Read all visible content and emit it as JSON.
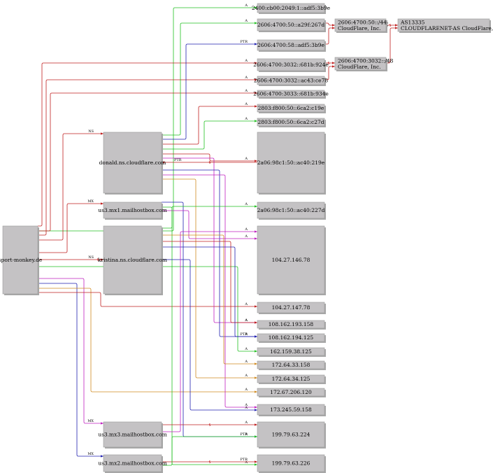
{
  "colors": {
    "node_fill": "#c4c2c4",
    "node_stroke": "#9a9a9a",
    "shadow": "#a8a8a8",
    "green": "#22c022",
    "red": "#c02020",
    "blue": "#2020b0",
    "magenta": "#c020c0",
    "orange": "#d08a20"
  },
  "nodes": [
    {
      "id": "root",
      "lines": [
        "sport-monkey.de"
      ]
    },
    {
      "id": "ns1",
      "lines": [
        "donald.ns.cloudflare.com"
      ]
    },
    {
      "id": "mx1",
      "lines": [
        "us3.mx1.mailhostbox.com"
      ]
    },
    {
      "id": "ns2",
      "lines": [
        "kristina.ns.cloudflare.com"
      ]
    },
    {
      "id": "mx3",
      "lines": [
        "us3.mx3.mailhostbox.com"
      ]
    },
    {
      "id": "mx2",
      "lines": [
        "us3.mx2.mailhostbox.com"
      ]
    },
    {
      "id": "v6a",
      "lines": [
        "2400:cb00:2049:1::adf5:3b9e"
      ]
    },
    {
      "id": "v6b",
      "lines": [
        "2606:4700:50::a29f:267d"
      ]
    },
    {
      "id": "v6c",
      "lines": [
        "2606:4700:58::adf5:3b9e"
      ]
    },
    {
      "id": "v6d",
      "lines": [
        "2606:4700:3032::681b:924e"
      ]
    },
    {
      "id": "v6e",
      "lines": [
        "2606:4700:3032::ac43:ce78"
      ]
    },
    {
      "id": "v6f",
      "lines": [
        "2606:4700:3033::681b:934e"
      ]
    },
    {
      "id": "v6g",
      "lines": [
        "2803:f800:50::6ca2:c19e"
      ]
    },
    {
      "id": "v6h",
      "lines": [
        "2803:f800:50::6ca2:c27d"
      ]
    },
    {
      "id": "v6i",
      "lines": [
        "2a06:98c1:50::ac40:219e"
      ]
    },
    {
      "id": "v6j",
      "lines": [
        "2a06:98c1:50::ac40:227d"
      ]
    },
    {
      "id": "p1",
      "lines": [
        "2606:4700:50::/44",
        "CloudFlare, Inc."
      ]
    },
    {
      "id": "p2",
      "lines": [
        "2606:4700:3032::/48",
        "CloudFlare, Inc."
      ]
    },
    {
      "id": "as",
      "lines": [
        "AS13335",
        "CLOUDFLARENET-AS CloudFlare, Inc."
      ]
    },
    {
      "id": "v4a",
      "lines": [
        "104.27.146.78"
      ]
    },
    {
      "id": "v4b",
      "lines": [
        "104.27.147.78"
      ]
    },
    {
      "id": "v4c",
      "lines": [
        "108.162.193.158"
      ]
    },
    {
      "id": "v4d",
      "lines": [
        "108.162.194.125"
      ]
    },
    {
      "id": "v4e",
      "lines": [
        "162.159.38.125"
      ]
    },
    {
      "id": "v4f",
      "lines": [
        "172.64.33.158"
      ]
    },
    {
      "id": "v4g",
      "lines": [
        "172.64.34.125"
      ]
    },
    {
      "id": "v4h",
      "lines": [
        "172.67.206.120"
      ]
    },
    {
      "id": "v4i",
      "lines": [
        "173.245.59.158"
      ]
    },
    {
      "id": "v4j",
      "lines": [
        "199.79.63.224"
      ]
    },
    {
      "id": "v4k",
      "lines": [
        "199.79.63.226"
      ]
    }
  ],
  "edges": [
    {
      "from": "root",
      "to": "v6a",
      "label": "A",
      "color": "green"
    },
    {
      "from": "root",
      "to": "v6d",
      "label": "A",
      "color": "red"
    },
    {
      "from": "root",
      "to": "v6f",
      "label": "A",
      "color": "red"
    },
    {
      "from": "root",
      "to": "v6e",
      "label": "A",
      "color": "red"
    },
    {
      "from": "root",
      "to": "ns1",
      "label": "NS",
      "color": "red"
    },
    {
      "from": "root",
      "to": "mx1",
      "label": "MX",
      "color": "red"
    },
    {
      "from": "root",
      "to": "ns2",
      "label": "NS",
      "color": "red"
    },
    {
      "from": "root",
      "to": "v4e",
      "label": "A",
      "color": "green"
    },
    {
      "from": "root",
      "to": "mx3",
      "label": "MX",
      "color": "magenta"
    },
    {
      "from": "root",
      "to": "mx2",
      "label": "MX",
      "color": "blue"
    },
    {
      "from": "root",
      "to": "v4h",
      "label": "A",
      "color": "orange"
    },
    {
      "from": "root",
      "to": "v4b",
      "label": "A",
      "color": "red"
    },
    {
      "from": "ns1",
      "to": "v6b",
      "label": "A",
      "color": "green"
    },
    {
      "from": "ns1",
      "to": "v6c",
      "label": "PTR",
      "color": "blue"
    },
    {
      "from": "ns1",
      "to": "v6g",
      "label": "A",
      "color": "red"
    },
    {
      "from": "ns1",
      "to": "v6h",
      "label": "A",
      "color": "green"
    },
    {
      "from": "ns1",
      "to": "v6i",
      "label": "A",
      "color": "red"
    },
    {
      "from": "ns1",
      "to": "v4c",
      "label": "A",
      "color": "magenta"
    },
    {
      "from": "ns1",
      "to": "v4d",
      "label": "PTR",
      "color": "blue"
    },
    {
      "from": "ns1",
      "to": "v4i",
      "label": "A",
      "color": "magenta"
    },
    {
      "from": "ns1",
      "to": "v4g",
      "label": "A",
      "color": "orange"
    },
    {
      "from": "mx1",
      "to": "v4j",
      "label": "PTR",
      "color": "blue"
    },
    {
      "from": "mx1",
      "to": "v4k",
      "label": "A",
      "color": "green"
    },
    {
      "from": "mx1",
      "to": "v4a",
      "label": "A",
      "color": "magenta"
    },
    {
      "from": "ns2",
      "to": "v6j",
      "label": "A",
      "color": "green"
    },
    {
      "from": "ns2",
      "to": "v4f",
      "label": "A",
      "color": "orange"
    },
    {
      "from": "ns2",
      "to": "v4c",
      "label": "A",
      "color": "red"
    },
    {
      "from": "ns2",
      "to": "v4d",
      "label": "A",
      "color": "blue"
    },
    {
      "from": "ns2",
      "to": "v4i",
      "label": "A",
      "color": "blue"
    },
    {
      "from": "mx3",
      "to": "v4j",
      "label": "A",
      "color": "red"
    },
    {
      "from": "mx3",
      "to": "v4a",
      "label": "A",
      "color": "magenta"
    },
    {
      "from": "mx2",
      "to": "v4k",
      "label": "PTR",
      "color": "red"
    },
    {
      "from": "mx2",
      "to": "v4j",
      "label": "A",
      "color": "green"
    },
    {
      "from": "v6i",
      "to": "ns1",
      "label": "PTR",
      "color": "red"
    },
    {
      "from": "v6b",
      "to": "p1",
      "label": "bgp",
      "color": "red"
    },
    {
      "from": "v6c",
      "to": "p1",
      "label": "bgp",
      "color": "red"
    },
    {
      "from": "v6d",
      "to": "p2",
      "label": "bgp",
      "color": "red"
    },
    {
      "from": "v6e",
      "to": "p2",
      "label": "bgp",
      "color": "red"
    },
    {
      "from": "p1",
      "to": "as",
      "label": "bgp",
      "color": "red"
    },
    {
      "from": "p2",
      "to": "as",
      "label": "bgp",
      "color": "red"
    }
  ]
}
